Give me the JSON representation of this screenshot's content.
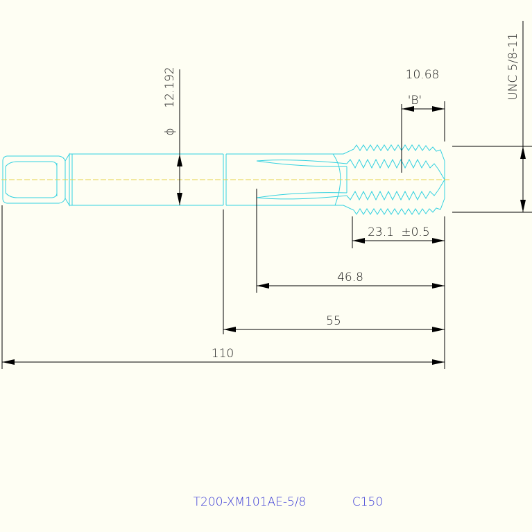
{
  "dimensions": {
    "diameter_symbol": "ϕ",
    "diameter": "12.192",
    "thread_spec": "UNC 5/8-11",
    "neck_length": "10.68",
    "section_mark": "'B'",
    "thread_length": "23.1",
    "thread_tolerance": "±0.5",
    "flute_length": "46.8",
    "body_length": "55",
    "overall_length": "110"
  },
  "title": {
    "part_number": "T200-XM101AE-5/8",
    "code": "C150"
  },
  "colors": {
    "background": "#fefef3",
    "outline": "#33d1e0",
    "centerline": "#e6d24a",
    "dimension": "#000000",
    "title": "#3b3bd6"
  }
}
